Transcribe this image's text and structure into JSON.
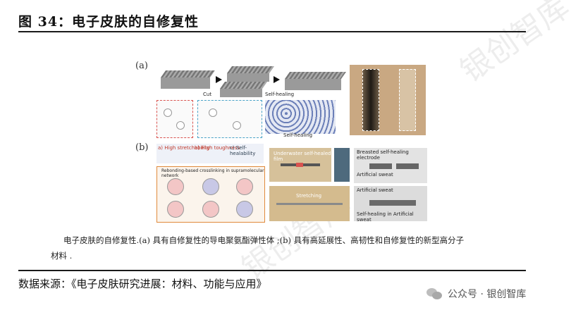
{
  "figure": {
    "title": "图 34：电子皮肤的自修复性",
    "panel_a_label": "(a)",
    "panel_b_label": "(b)",
    "a_cut_label": "Cut",
    "a_selfheal_label": "Self-healing",
    "a_selfheal_label2": "Self-healing",
    "b_cap_1": "Underwater self-healed film",
    "b_cap_2": "Stretching",
    "b_cap_3": "Breasted self-healing electrode",
    "b_cap_4": "Artificial sweat",
    "b_cap_5": "Artificial sweat",
    "b_cap_6": "Self-healing in Artificial sweat",
    "b_network_label": "Rebonding-based crosslinking in supramolecular network",
    "b_top_1": "a) High stretchability",
    "b_top_2": "b) High toughness",
    "b_top_3": "c) Self-healability"
  },
  "caption": {
    "line1": "电子皮肤的自修复性.(a) 具有自修复性的导电聚氨酯弹性体 ;(b) 具有高延展性、高韧性和自修复性的新型高分子",
    "line2": "材料 ."
  },
  "source": "数据来源：《电子皮肤研究进展：材料、功能与应用》",
  "watermark": {
    "account": "公众号 · 银创智库",
    "diagonal": "银创智库"
  },
  "colors": {
    "red_box": "#d9534f",
    "blue_box": "#4aa3c8",
    "purple_accent": "#7b7bbf"
  }
}
